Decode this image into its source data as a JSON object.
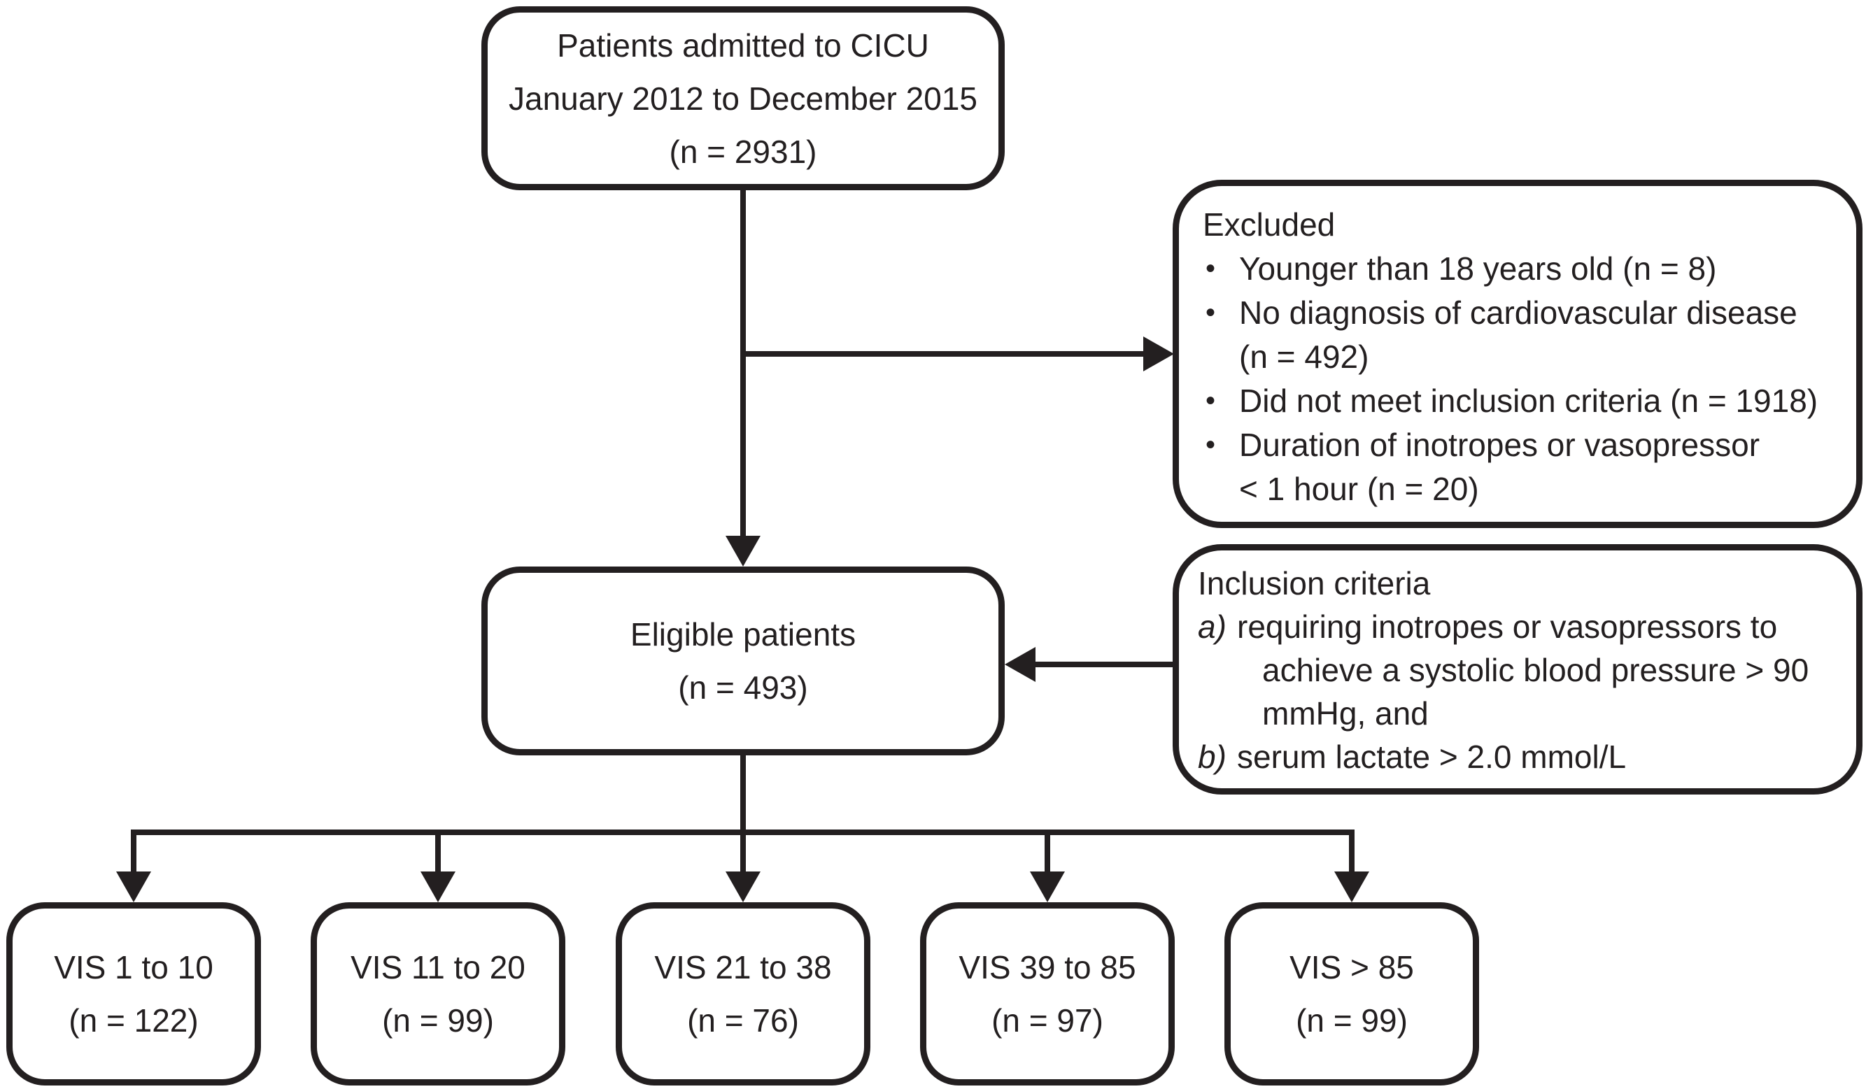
{
  "diagram": {
    "colors": {
      "ink": "#231f20",
      "background": "#ffffff"
    },
    "top_box": {
      "lines": [
        "Patients admitted to CICU",
        "January 2012 to December 2015",
        "(n = 2931)"
      ]
    },
    "excluded_box": {
      "title": "Excluded",
      "bullet": "•",
      "items": [
        {
          "lines": [
            "Younger than 18 years old (n = 8)"
          ]
        },
        {
          "lines": [
            "No diagnosis of cardiovascular disease",
            "(n = 492)"
          ]
        },
        {
          "lines": [
            "Did not meet inclusion criteria (n = 1918)"
          ]
        },
        {
          "lines": [
            "Duration of inotropes or vasopressor",
            "< 1 hour (n = 20)"
          ]
        }
      ]
    },
    "eligible_box": {
      "lines": [
        "Eligible patients",
        "(n = 493)"
      ]
    },
    "inclusion_box": {
      "title": "Inclusion criteria",
      "items": [
        {
          "marker": "a)",
          "lines": [
            "requiring inotropes or vasopressors to",
            "achieve a systolic blood pressure > 90",
            "mmHg, and"
          ]
        },
        {
          "marker": "b)",
          "lines": [
            "serum lactate > 2.0 mmol/L"
          ]
        }
      ]
    },
    "vis_boxes": [
      {
        "lines": [
          "VIS 1 to 10",
          "(n = 122)"
        ]
      },
      {
        "lines": [
          "VIS 11 to 20",
          "(n = 99)"
        ]
      },
      {
        "lines": [
          "VIS 21 to 38",
          "(n = 76)"
        ]
      },
      {
        "lines": [
          "VIS 39 to 85",
          "(n = 97)"
        ]
      },
      {
        "lines": [
          "VIS > 85",
          "(n = 99)"
        ]
      }
    ]
  }
}
